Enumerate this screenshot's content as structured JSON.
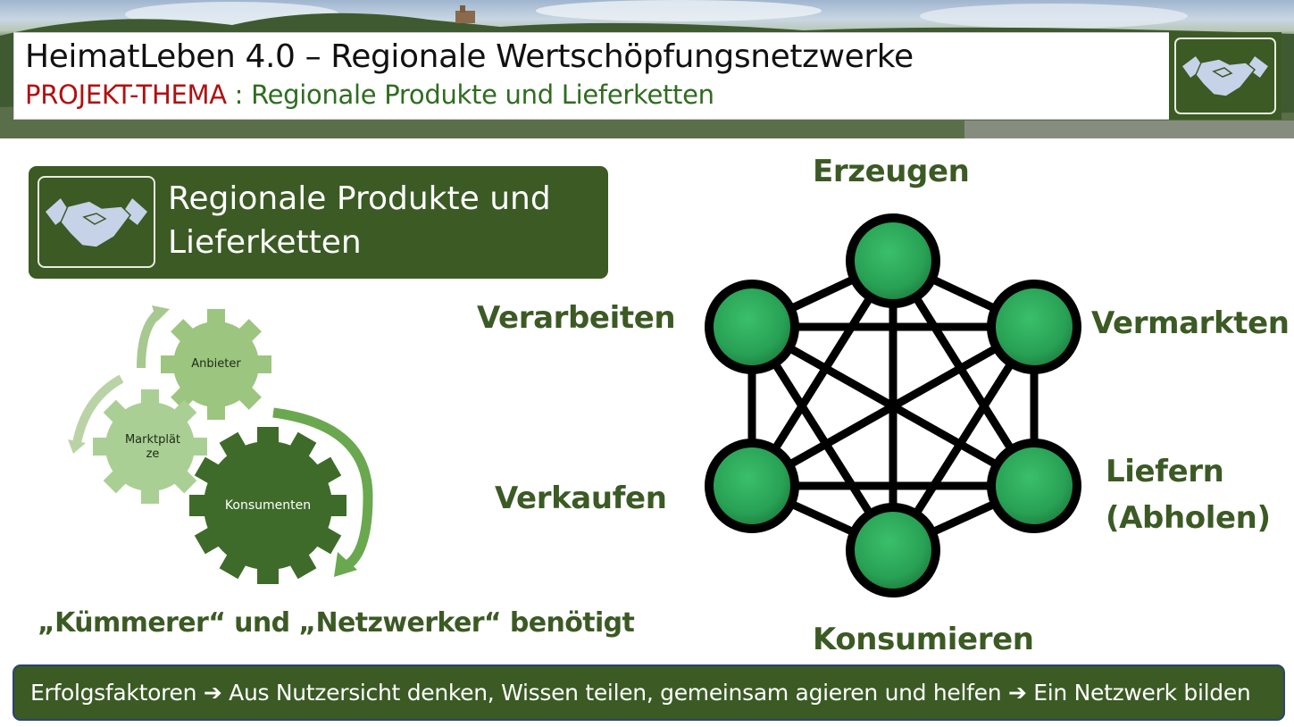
{
  "header": {
    "title": "HeimatLeben 4.0 – Regionale Wertschöpfungsnetzwerke",
    "subtitle_lead": "PROJEKT-THEMA",
    "subtitle_sep": " : ",
    "subtitle_rest": "Regionale Produkte und Lieferketten",
    "logo_icon": "handshake-icon"
  },
  "topic": {
    "line1": "Regionale Produkte und",
    "line2": "Lieferketten",
    "icon": "handshake-icon"
  },
  "gears": {
    "anbieter": "Anbieter",
    "marktplaetze_1": "Marktplät",
    "marktplaetze_2": "ze",
    "konsumenten": "Konsumenten"
  },
  "footer_note": "„Kümmerer“ und „Netzwerker“ benötigt",
  "network": {
    "erzeugen": "Erzeugen",
    "vermarkten": "Vermarkten",
    "liefern_1": "Liefern",
    "liefern_2": "(Abholen)",
    "konsumieren": "Konsumieren",
    "verkaufen": "Verkaufen",
    "verarbeiten": "Verarbeiten"
  },
  "bottom_bar": {
    "part1": "Erfolgsfaktoren",
    "part2": "Aus Nutzersicht denken, Wissen teilen, gemeinsam agieren und helfen",
    "part3": "Ein Netzwerk bilden",
    "arrow_icon": "arrow-right-icon"
  },
  "colors": {
    "dark_green": "#3b5a24",
    "title_red": "#b01010",
    "subtitle_green": "#2f6c20",
    "node_green": "#2fa65a",
    "bar_border": "#2b4472"
  }
}
